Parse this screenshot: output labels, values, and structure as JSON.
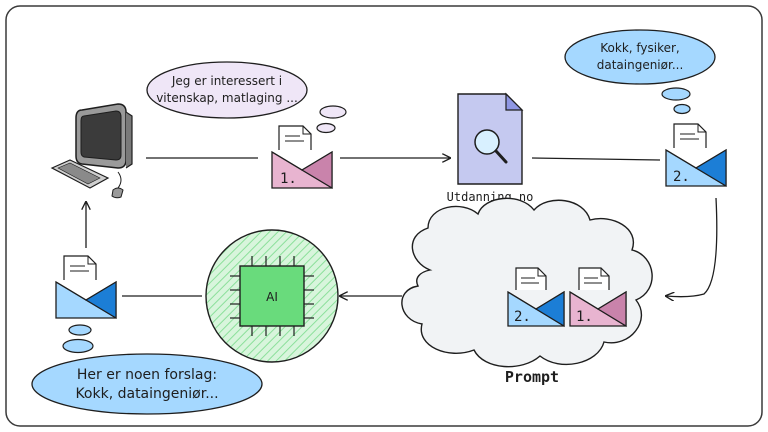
{
  "bubbles": {
    "interest": {
      "line1": "Jeg er interessert i",
      "line2": "vitenskap, matlaging ..."
    },
    "professions": {
      "line1": "Kokk, fysiker,",
      "line2": "dataingeniør..."
    },
    "suggestions": {
      "line1": "Her er noen forslag:",
      "line2": "Kokk, dataingeniør..."
    }
  },
  "nodes": {
    "website": {
      "label": "Utdanning.no"
    },
    "ai": {
      "label": "AI"
    },
    "prompt": {
      "label": "Prompt"
    }
  },
  "envelopes": {
    "first": {
      "number": "1."
    },
    "second": {
      "number": "2."
    },
    "prompt_second": {
      "number": "2."
    },
    "prompt_first": {
      "number": "1."
    }
  },
  "colors": {
    "pink_bubble": "#efe6f7",
    "blue_bubble": "#a5d8ff",
    "pink_envelope": "#e8b4d0",
    "blue_envelope": "#a5d8ff",
    "blue_flap": "#1c7ed6",
    "document": "#c5c9f0",
    "ai_chip": "#69db7c",
    "ai_circle": "#b2f2bb",
    "cloud": "#f1f3f5"
  }
}
